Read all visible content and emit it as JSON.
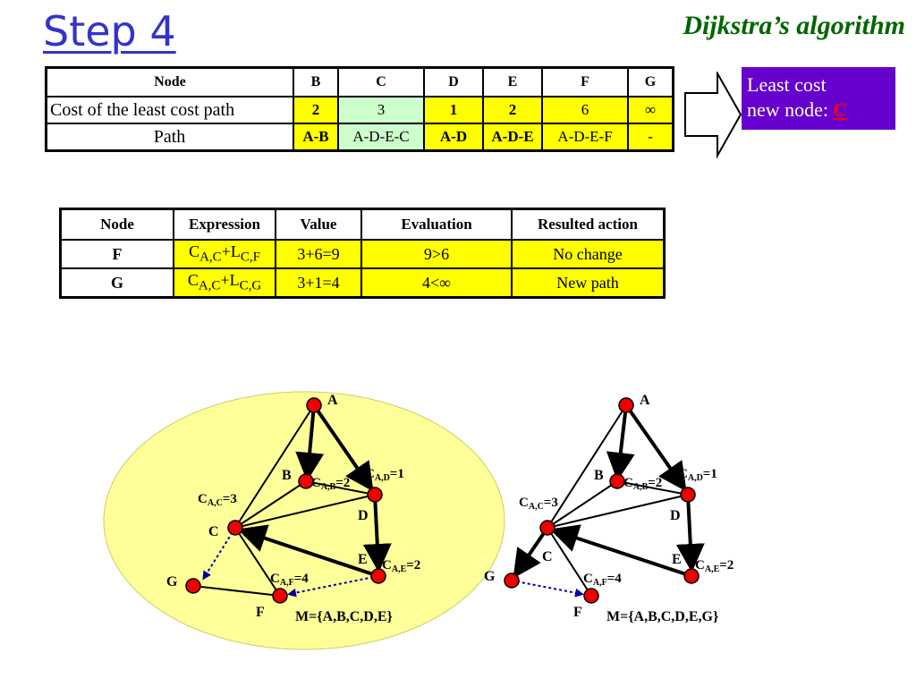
{
  "title": "Step 4",
  "subtitle": "Dijkstra’s algorithm",
  "cost_table": {
    "header": [
      "Node",
      "B",
      "C",
      "D",
      "E",
      "F",
      "G"
    ],
    "cost_row": [
      "Cost of the least cost path",
      "2",
      "3",
      "1",
      "2",
      "6",
      "∞"
    ],
    "path_row": [
      "Path",
      "A-B",
      "A-D-E-C",
      "A-D",
      "A-D-E",
      "A-D-E-F",
      "-"
    ]
  },
  "least_cost": {
    "line1": "Least cost",
    "line2": "new node:",
    "node": "C"
  },
  "eval_table": {
    "header": [
      "Node",
      "Expression",
      "Value",
      "Evaluation",
      "Resulted action"
    ],
    "rows": [
      {
        "node": "F",
        "value": "3+6=9",
        "evaluation": "9>6",
        "action": "No change"
      },
      {
        "node": "G",
        "value": "3+1=4",
        "evaluation": "4<∞",
        "action": "New path"
      }
    ]
  },
  "graph1": {
    "nodes": {
      "A": "A",
      "B": "B",
      "C": "C",
      "D": "D",
      "E": "E",
      "F": "F",
      "G": "G"
    },
    "set": "M={A,B,C,D,E}"
  },
  "graph2": {
    "nodes": {
      "A": "A",
      "B": "B",
      "C": "C",
      "D": "D",
      "E": "E",
      "F": "F",
      "G": "G"
    },
    "set": "M={A,B,C,D,E,G}"
  },
  "colors": {
    "title": "#3333cc",
    "subtitle": "#006600",
    "highlight": "#ffff00",
    "green": "#ccffcc",
    "box": "#6600cc",
    "node": "#ee0000",
    "dotted": "#000099"
  }
}
